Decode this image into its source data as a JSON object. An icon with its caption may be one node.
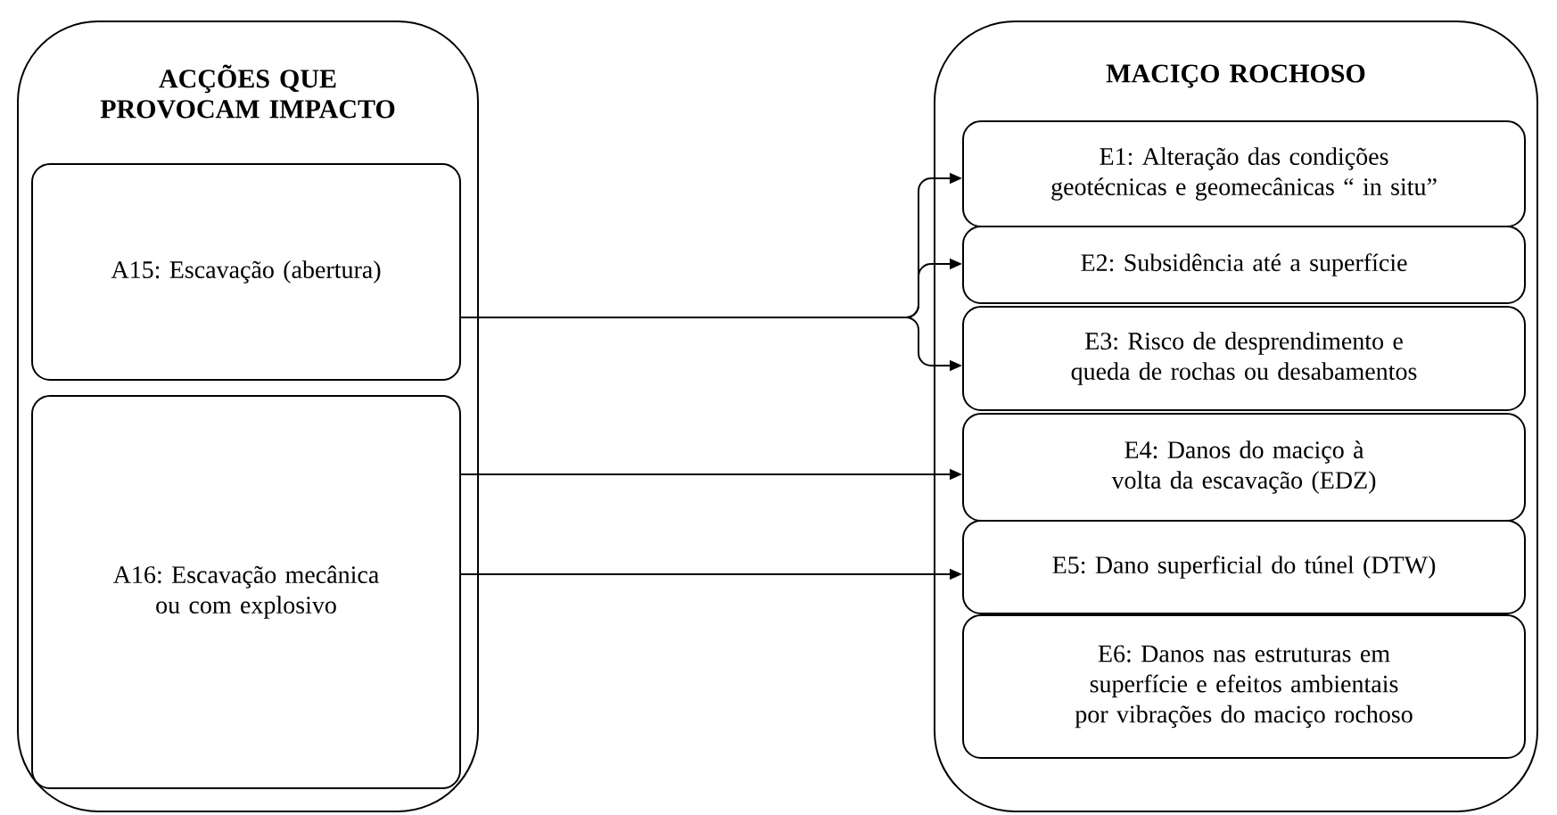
{
  "diagram": {
    "nodes": [
      {
        "text": [
          "ACÇÕES QUE PROVOCAM IMPACTO"
        ]
      },
      {
        "text": [
          "A15: Escavação (abertura)"
        ],
        "in": 0
      },
      {
        "text": [
          "A16: Escavação mecânica ou com explosivo"
        ],
        "in": 0
      },
      {
        "text": [
          "MACIÇO ROCHOSO"
        ]
      },
      {
        "text": [
          "E1: Alteração das condições geotécnicas e geomecânicas “ in situ”"
        ],
        "in": 3
      },
      {
        "text": [
          "E2: Subsidência até a superfície"
        ],
        "in": 3
      },
      {
        "text": [
          "E3: Risco de desprendimento e queda de rochas ou desabamentos"
        ],
        "in": 3
      },
      {
        "text": [
          "E4: Danos do maciço à volta da escavação (EDZ)"
        ],
        "in": 3
      },
      {
        "text": [
          "E5: Dano superficial do túnel (DTW)"
        ],
        "in": 3
      },
      {
        "text": [
          "E6: Danos nas estruturas  em superfície e efeitos ambientais por vibrações do maciço rochoso"
        ],
        "in": 3
      }
    ],
    "edges": [
      {
        "from": 1,
        "to": 4,
        "arrow": "to"
      },
      {
        "from": 1,
        "to": 5,
        "arrow": "to"
      },
      {
        "from": 1,
        "to": 6,
        "arrow": "to"
      },
      {
        "from": 2,
        "to": 7,
        "arrow": "to"
      },
      {
        "from": 2,
        "to": 8,
        "arrow": "to"
      }
    ]
  }
}
